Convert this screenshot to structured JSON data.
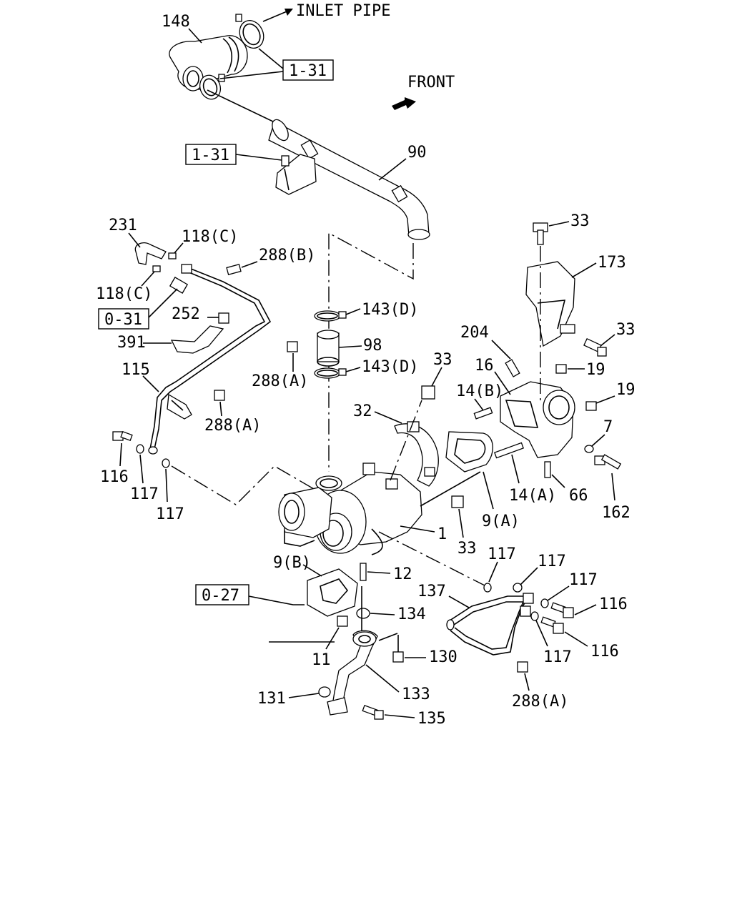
{
  "annotations": {
    "inlet_pipe": "INLET PIPE",
    "front": "FRONT"
  },
  "refs": {
    "ref_1_31_a": "1-31",
    "ref_1_31_b": "1-31",
    "ref_0_31": "0-31",
    "ref_0_27": "0-27"
  },
  "callouts": {
    "c148": "148",
    "c90": "90",
    "c231": "231",
    "c118c_a": "118(C)",
    "c118c_b": "118(C)",
    "c288b": "288(B)",
    "c252": "252",
    "c391": "391",
    "c288a_1": "288(A)",
    "c115": "115",
    "c288a_2": "288(A)",
    "c116_l": "116",
    "c117_l1": "117",
    "c117_l2": "117",
    "c143d_1": "143(D)",
    "c98": "98",
    "c143d_2": "143(D)",
    "c33_top": "33",
    "c173": "173",
    "c33_r": "33",
    "c204": "204",
    "c16": "16",
    "c19_a": "19",
    "c19_b": "19",
    "c33_mid": "33",
    "c14b": "14(B)",
    "c32": "32",
    "c7": "7",
    "c14a": "14(A)",
    "c66": "66",
    "c162": "162",
    "c9a": "9(A)",
    "c1": "1",
    "c33_low": "33",
    "c9b": "9(B)",
    "c12": "12",
    "c134": "134",
    "c11": "11",
    "c130": "130",
    "c133": "133",
    "c131": "131",
    "c135": "135",
    "c137": "137",
    "c117_r1": "117",
    "c117_r2": "117",
    "c117_r3": "117",
    "c117_r4": "117",
    "c116_r1": "116",
    "c116_r2": "116",
    "c288a_3": "288(A)"
  }
}
